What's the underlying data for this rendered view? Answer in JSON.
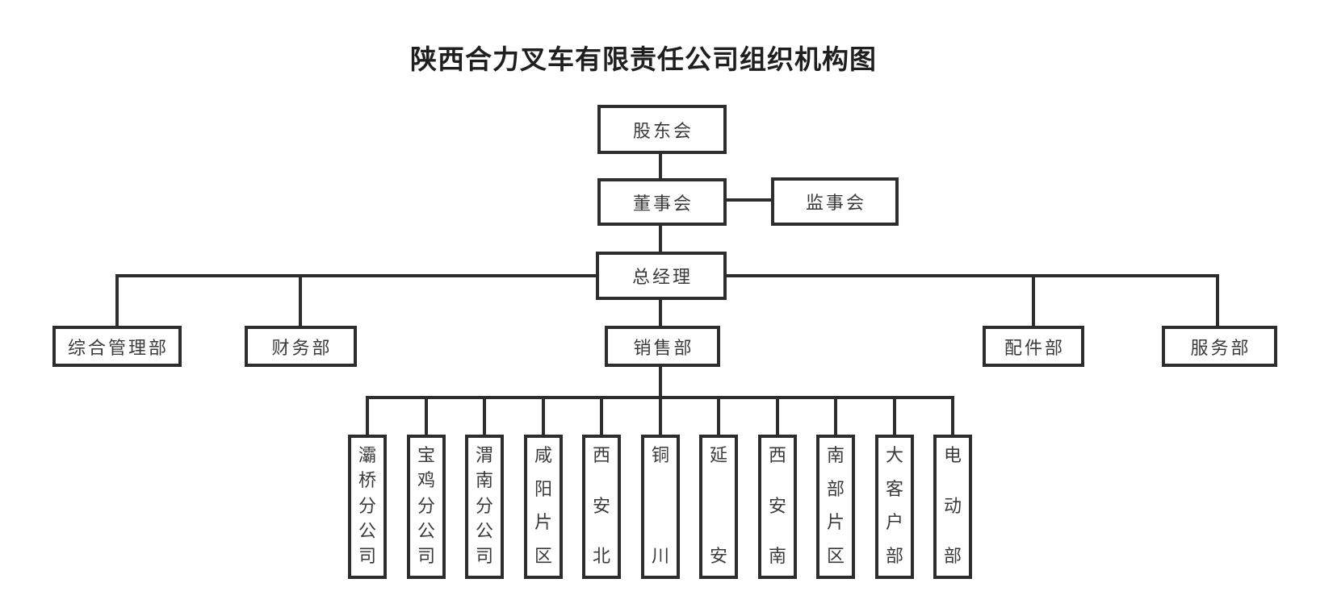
{
  "title": "陕西合力叉车有限责任公司组织机构图",
  "nodes": {
    "shareholders": "股东会",
    "board": "董事会",
    "supervisory": "监事会",
    "general_manager": "总经理"
  },
  "departments": [
    "综合管理部",
    "财务部",
    "销售部",
    "配件部",
    "服务部"
  ],
  "sales_children": [
    "灞桥分公司",
    "宝鸡分公司",
    "渭南分公司",
    "咸阳片区",
    "西安北",
    "铜川",
    "延安",
    "西安南",
    "南部片区",
    "大客户部",
    "电动部"
  ],
  "colors": {
    "line": "#2d2d2d",
    "box_border": "#2d2d2d",
    "box_text": "#3a3a3a",
    "title_text": "#1f1f1f",
    "background": "#ffffff"
  }
}
